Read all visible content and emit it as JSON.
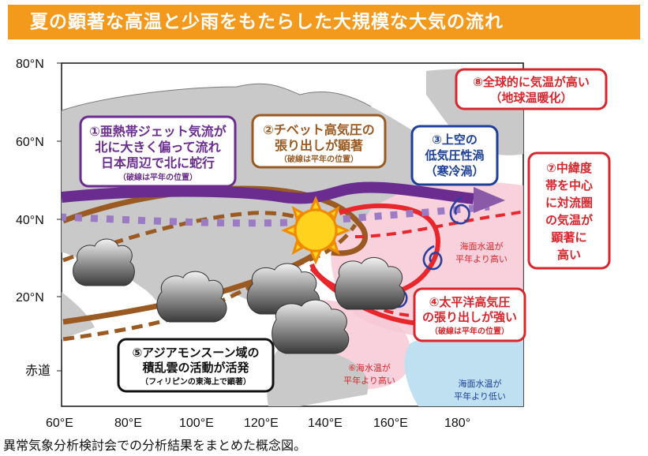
{
  "title": "夏の顕著な高温と少雨をもたらした大規模な大気の流れ",
  "caption": "異常気象分析検討会での分析結果をまとめた概念図。",
  "axes": {
    "y_ticks": [
      "80°N",
      "60°N",
      "40°N",
      "20°N",
      "赤道"
    ],
    "x_ticks": [
      "60°E",
      "80°E",
      "100°E",
      "120°E",
      "140°E",
      "160°E",
      "180°"
    ]
  },
  "boxes": {
    "b1": {
      "lines": [
        "①亜熱帯ジェット気流が",
        "北に大きく偏って流れ",
        "日本周辺で北に蛇行"
      ],
      "note": "（破線は平年の位置）",
      "color": "#6a2c8e"
    },
    "b2": {
      "lines": [
        "②チベット高気圧の",
        "張り出しが顕著"
      ],
      "note": "（破線は平年の位置）",
      "color": "#9a5a22"
    },
    "b3": {
      "lines": [
        "③上空の",
        "低気圧性渦",
        "（寒冷渦）"
      ],
      "color": "#1c3f9a"
    },
    "b4": {
      "lines": [
        "④太平洋高気圧",
        "の張り出しが強い"
      ],
      "note": "（破線は平年の位置）",
      "color": "#d9262c"
    },
    "b5": {
      "lines": [
        "⑤アジアモンスーン域の",
        "積乱雲の活動が活発"
      ],
      "note": "（フィリピンの東海上で顕著）",
      "color": "#111111"
    },
    "b7": {
      "lines": [
        "⑦中緯度",
        "帯を中心",
        "に対流圏",
        "の気温が",
        "顕著に",
        "高い"
      ],
      "color": "#d9262c"
    },
    "b8": {
      "lines": [
        "⑧全球的に気温が高い",
        "（地球温暖化）"
      ],
      "color": "#d9262c"
    }
  },
  "sst": {
    "warm_north": [
      "海面水温が",
      "平年より高い"
    ],
    "warm_south": [
      "⑥海水温が",
      "平年より高い"
    ],
    "cold": [
      "海面水温が",
      "平年より低い"
    ]
  },
  "colors": {
    "title_bg": "#f39a1c",
    "jet": "#6a2c8e",
    "jet_normal": "#9b7bc4",
    "tibet": "#9a5a22",
    "pacific": "#e8262b",
    "warm_sea": "#f7c9d6",
    "cold_sea": "#bfe0f0",
    "land": "#c9c9c9"
  }
}
